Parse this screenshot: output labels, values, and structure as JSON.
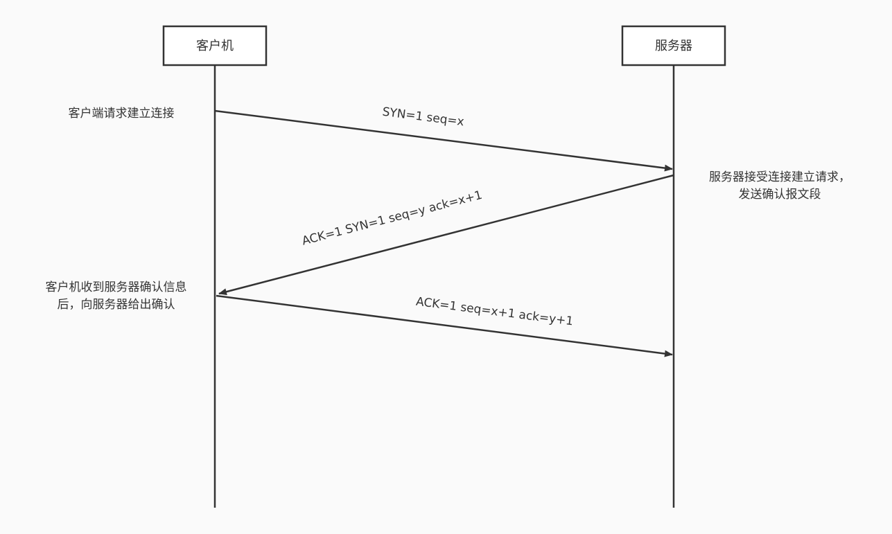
{
  "participants": {
    "client": {
      "label": "客户机"
    },
    "server": {
      "label": "服务器"
    }
  },
  "messages": {
    "syn": {
      "label": "SYN=1  seq=x"
    },
    "syn_ack": {
      "label": "ACK=1  SYN=1  seq=y  ack=x+1"
    },
    "ack": {
      "label": "ACK=1  seq=x+1 ack=y+1"
    }
  },
  "notes": {
    "client_request": [
      "客户端请求建立连接"
    ],
    "server_accept": [
      "服务器接受连接建立请求，",
      "发送确认报文段"
    ],
    "client_confirm": [
      "客户机收到服务器确认信息",
      "后，向服务器给出确认"
    ]
  },
  "colors": {
    "stroke": "#333333",
    "background": "#fafafa",
    "box_fill": "#ffffff"
  }
}
